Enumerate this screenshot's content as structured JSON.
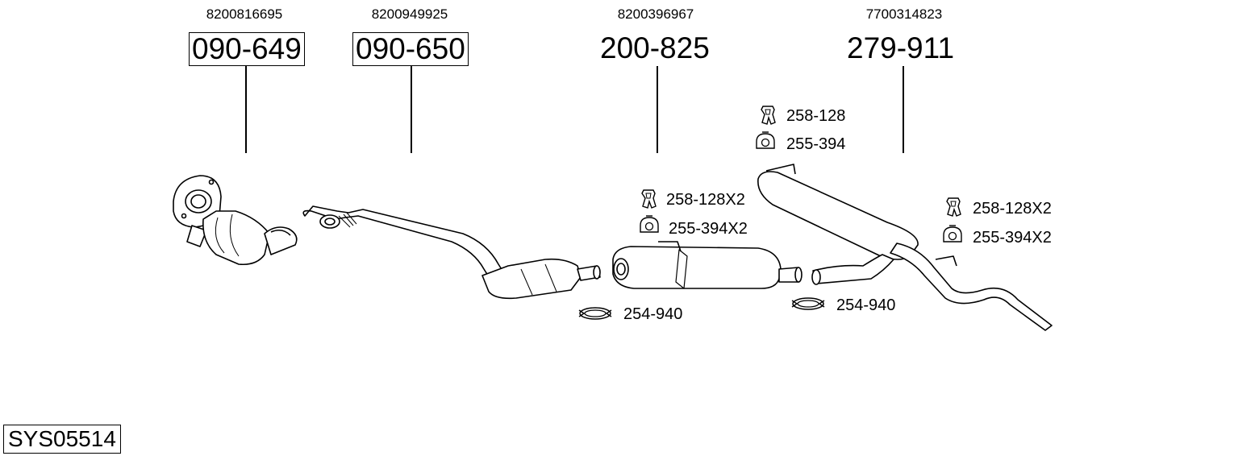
{
  "parts": [
    {
      "oem": "8200816695",
      "number": "090-649",
      "boxed": true
    },
    {
      "oem": "8200949925",
      "number": "090-650",
      "boxed": true
    },
    {
      "oem": "8200396967",
      "number": "200-825",
      "boxed": false
    },
    {
      "oem": "7700314823",
      "number": "279-911",
      "boxed": false
    }
  ],
  "accessories": [
    {
      "icon": "rubber-hanger-icon",
      "label": "258-128"
    },
    {
      "icon": "rubber-ring-mount-icon",
      "label": "255-394"
    },
    {
      "icon": "rubber-hanger-icon",
      "label": "258-128X2"
    },
    {
      "icon": "rubber-ring-mount-icon",
      "label": "255-394X2"
    },
    {
      "icon": "clamp-icon",
      "label": "254-940"
    },
    {
      "icon": "rubber-hanger-icon",
      "label": "258-128X2"
    },
    {
      "icon": "rubber-ring-mount-icon",
      "label": "255-394X2"
    },
    {
      "icon": "clamp-icon",
      "label": "254-940"
    }
  ],
  "system_code": "SYS05514"
}
